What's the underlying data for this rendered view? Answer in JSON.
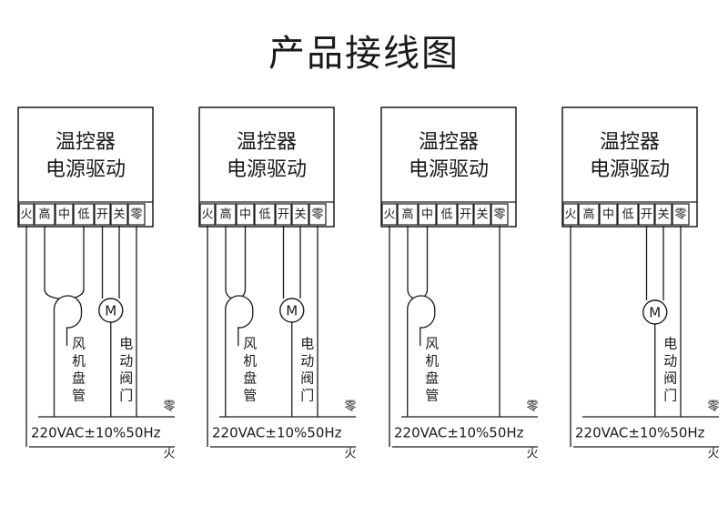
{
  "title": "产品接线图",
  "device_label_1": "温控器",
  "device_label_2": "电源驱动",
  "terminals": [
    "火",
    "高",
    "中",
    "低",
    "开",
    "关",
    "零"
  ],
  "fan_label": [
    "风",
    "机",
    "盘",
    "管"
  ],
  "valve_label": [
    "电",
    "动",
    "阀",
    "门"
  ],
  "motor_symbol": "M",
  "neutral_label": "零",
  "live_label": "火",
  "supply_label": "220VAC±10%50Hz",
  "diagrams": [
    {
      "name": "fan-and-valve",
      "fan_speed": "低",
      "valve": true
    },
    {
      "name": "fan-and-valve",
      "fan_speed": "中",
      "valve": true
    },
    {
      "name": "fan-only",
      "fan_speed": "中",
      "valve": false
    },
    {
      "name": "valve-only",
      "fan_speed": null,
      "valve": true
    }
  ]
}
